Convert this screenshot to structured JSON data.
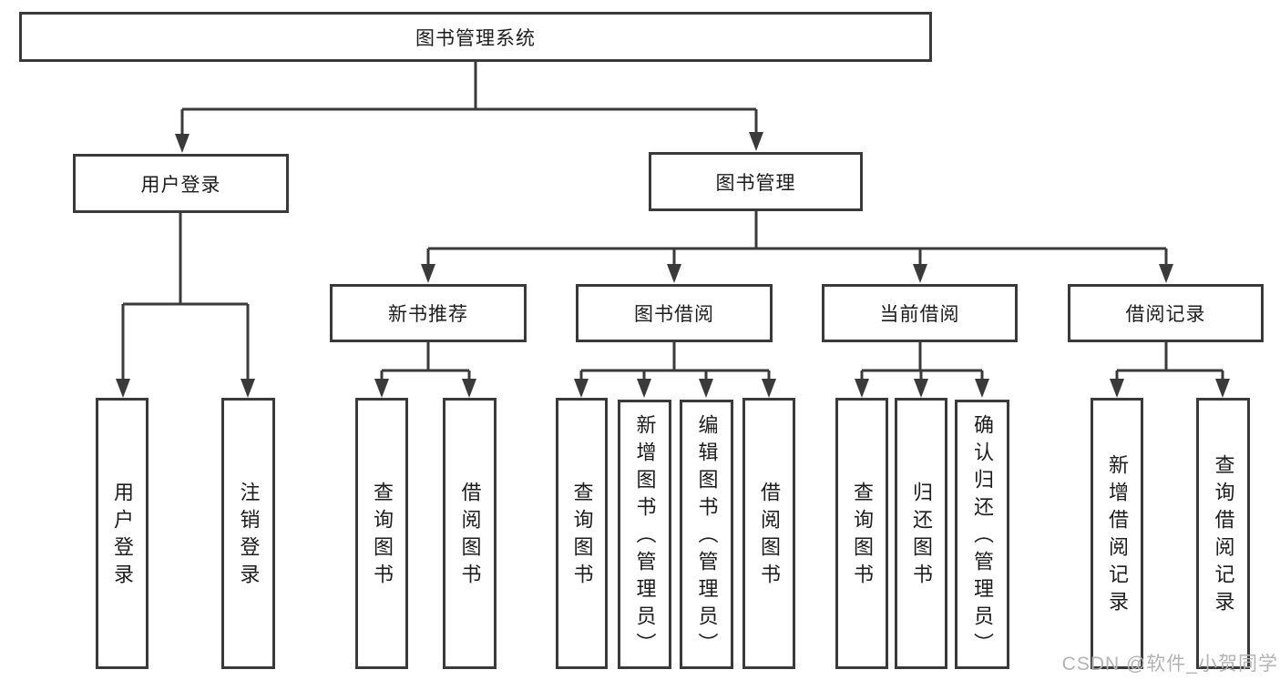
{
  "colors": {
    "background": "#ffffff",
    "line": "#3a3a3a",
    "box_border": "#3a3a3a",
    "box_fill": "#ffffff",
    "text": "#1c1c1c",
    "watermark": "#b3b3b3"
  },
  "watermark": {
    "text": "CSDN @软件_小贺同学"
  },
  "tree": {
    "root": {
      "label": "图书管理系统"
    },
    "branches": [
      {
        "label": "用户登录",
        "children": [
          {
            "label": "用户登录"
          },
          {
            "label": "注销登录"
          }
        ]
      },
      {
        "label": "图书管理",
        "children": [
          {
            "label": "新书推荐",
            "children": [
              {
                "label": "查询图书"
              },
              {
                "label": "借阅图书"
              }
            ]
          },
          {
            "label": "图书借阅",
            "children": [
              {
                "label": "查询图书"
              },
              {
                "label": "新增图书（管理员）"
              },
              {
                "label": "编辑图书（管理员）"
              },
              {
                "label": "借阅图书"
              }
            ]
          },
          {
            "label": "当前借阅",
            "children": [
              {
                "label": "查询图书"
              },
              {
                "label": "归还图书"
              },
              {
                "label": "确认归还（管理员）"
              }
            ]
          },
          {
            "label": "借阅记录",
            "children": [
              {
                "label": "新增借阅记录"
              },
              {
                "label": "查询借阅记录"
              }
            ]
          }
        ]
      }
    ]
  }
}
